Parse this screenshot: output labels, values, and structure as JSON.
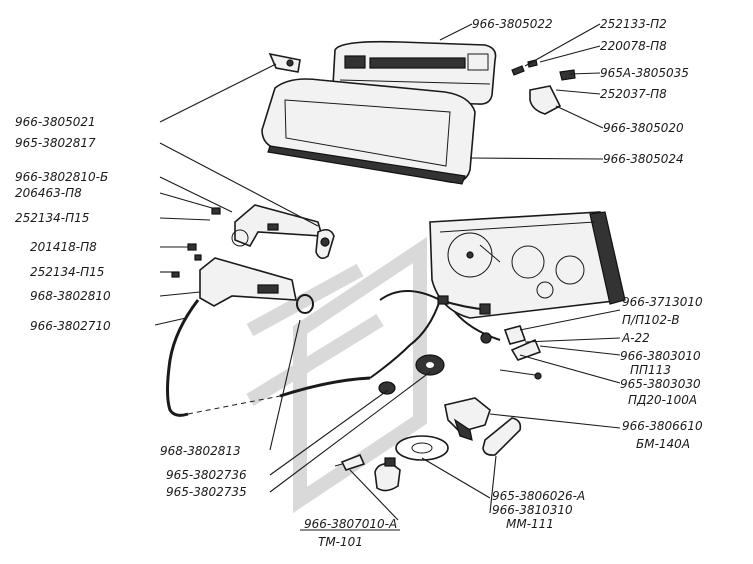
{
  "labels": {
    "l_966_3805022": "966-3805022",
    "l_252133_p2": "252133-П2",
    "l_220078_p8": "220078-П8",
    "l_965a_3805035": "965А-3805035",
    "l_252037_p8": "252037-П8",
    "l_966_3805021": "966-3805021",
    "l_965_3802817": "965-3802817",
    "l_966_3805020": "966-3805020",
    "l_966_3805024": "966-3805024",
    "l_966_3802810_b": "966-3802810-Б",
    "l_206463_p8": "206463-П8",
    "l_252134_p15_a": "252134-П15",
    "l_201418_p8": "201418-П8",
    "l_252134_p15_b": "252134-П15",
    "l_968_3802810": "968-3802810",
    "l_966_3802710": "966-3802710",
    "l_966_3713010": "966-3713010",
    "l_p_p102_v": "П/П102-В",
    "l_a_22": "А-22",
    "l_966_3803010": "966-3803010",
    "l_pp113": "ПП113",
    "l_965_3803030": "965-3803030",
    "l_pd20_100a": "ПД20-100А",
    "l_966_3806610": "966-3806610",
    "l_bm_140a": "БМ-140А",
    "l_968_3802813": "968-3802813",
    "l_965_3802736": "965-3802736",
    "l_965_3802735": "965-3802735",
    "l_965_3806026_a": "965-3806026-А",
    "l_966_3810310": "966-3810310",
    "l_mm_111": "ММ-111",
    "l_966_3807010_a": "966-3807010-А",
    "l_tm_101": "ТМ-101"
  }
}
